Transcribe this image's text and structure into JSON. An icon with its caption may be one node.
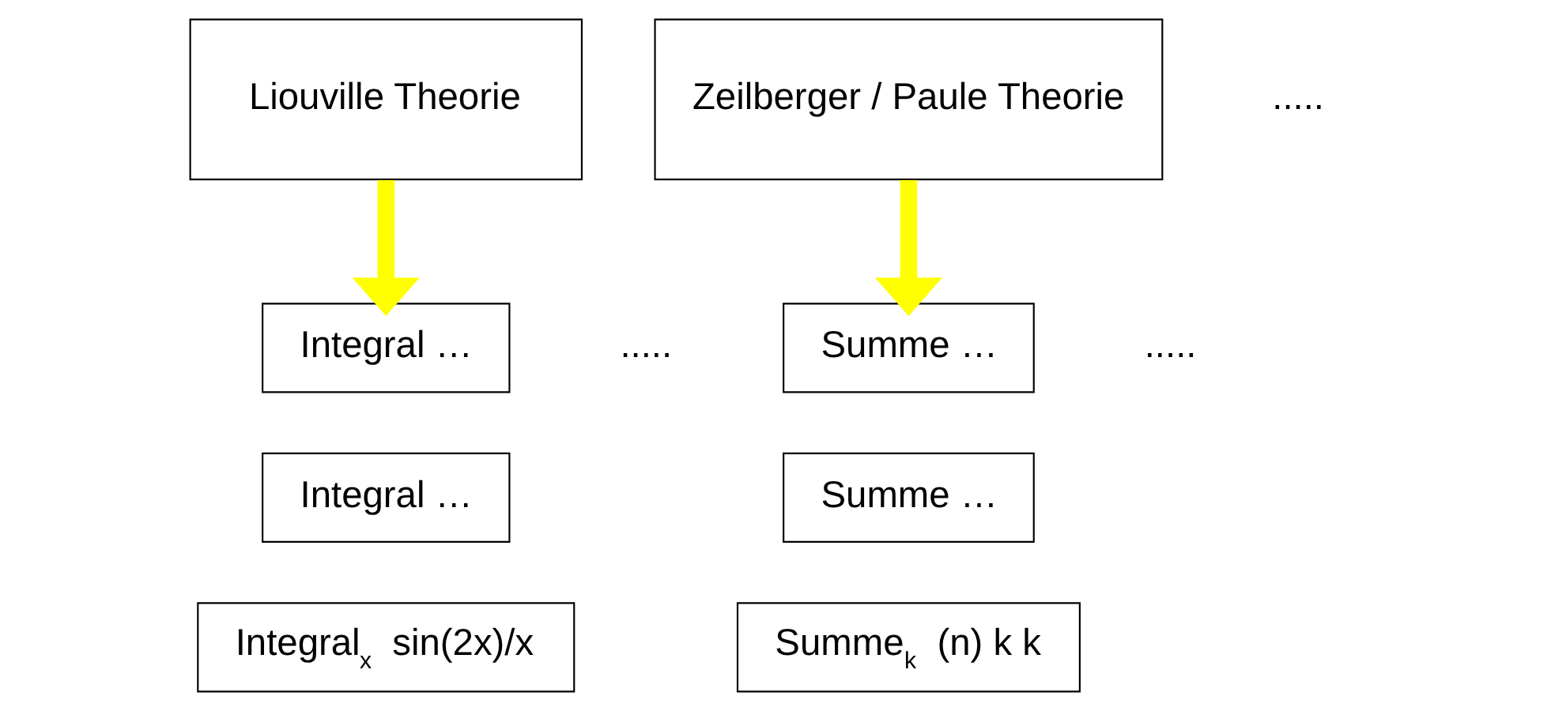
{
  "diagram": {
    "nodes": [
      {
        "text": [
          "Liouville Theorie"
        ]
      },
      {
        "text": [
          "Integral …"
        ]
      },
      {
        "text": [
          "Integral …"
        ]
      },
      {
        "text": [
          "Integral$_{x}$ sin(2x)/x"
        ]
      },
      {
        "text": [
          "Zeilberger / Paule Theorie"
        ]
      },
      {
        "text": [
          "Summe …"
        ]
      },
      {
        "text": [
          "Summe …"
        ]
      },
      {
        "text": [
          "Summe$_{k}$ (n) k k"
        ]
      }
    ],
    "edges": [
      {
        "from": 0,
        "to": 1,
        "arrow": "to",
        "color": "#ffff00"
      },
      {
        "from": 4,
        "to": 5,
        "arrow": "to",
        "color": "#ffff00"
      }
    ],
    "labels": [
      ".....",
      ".....",
      "....."
    ]
  }
}
